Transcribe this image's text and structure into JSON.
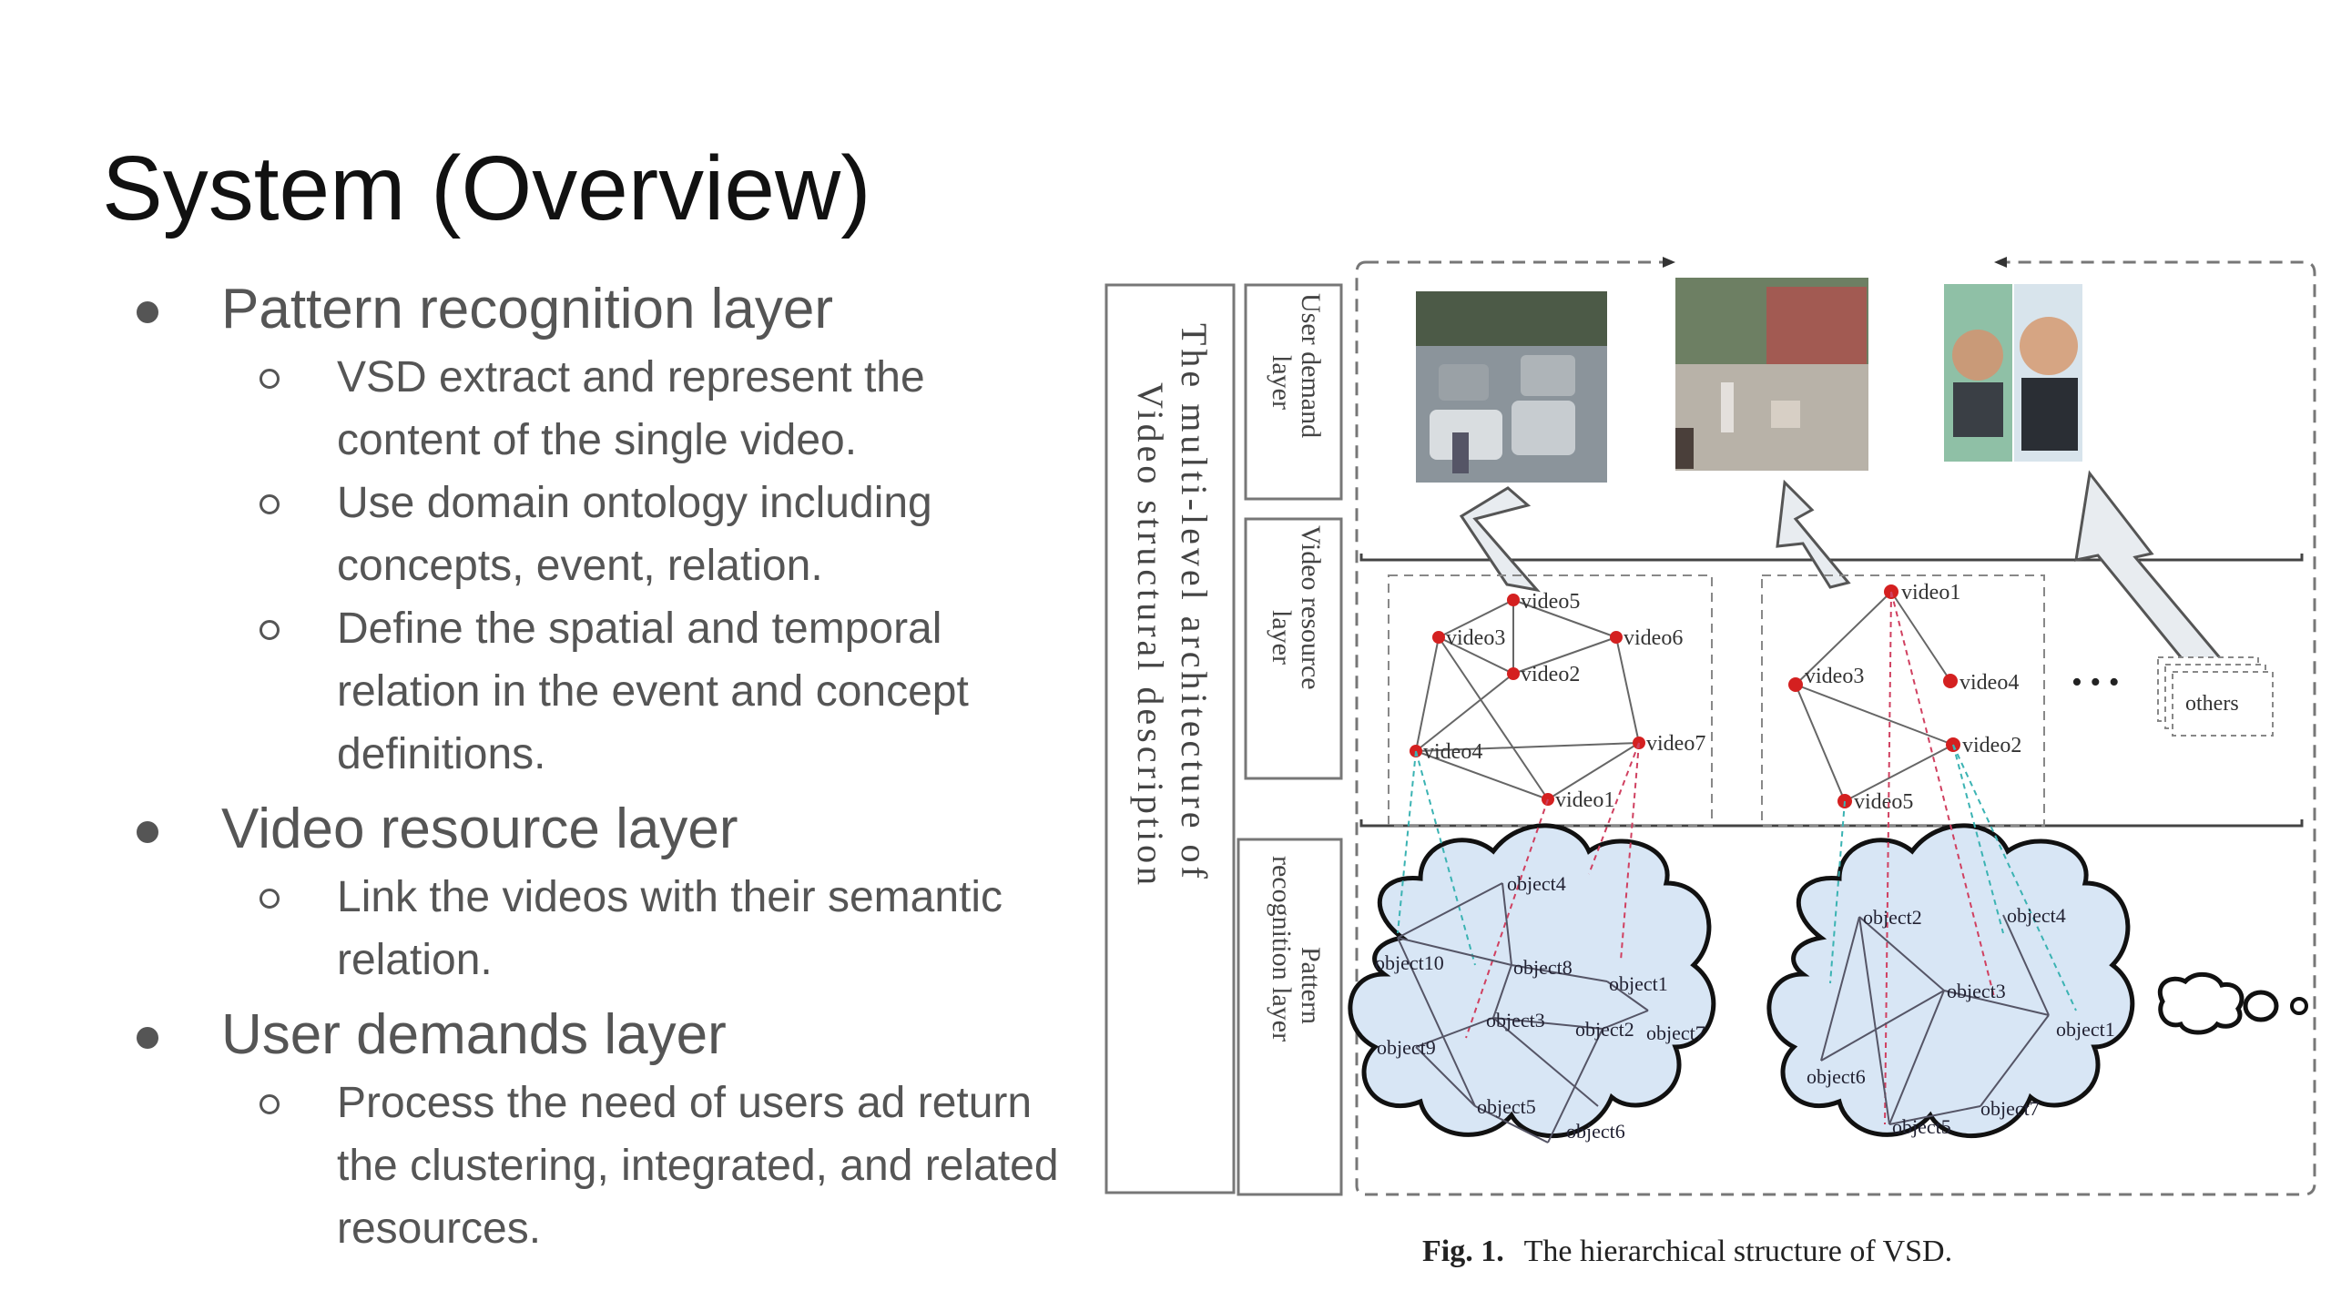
{
  "slide": {
    "title": "System (Overview)",
    "bullets": [
      {
        "text": "Pattern recognition layer",
        "sub": [
          "VSD extract and represent the content of the single video.",
          "Use domain ontology including concepts, event, relation.",
          "Define the spatial and temporal relation in the event and concept definitions."
        ]
      },
      {
        "text": "Video resource layer",
        "sub": [
          "Link the videos with their semantic relation."
        ]
      },
      {
        "text": "User demands layer",
        "sub": [
          "Process the need of users ad return the clustering, integrated, and related resources."
        ]
      }
    ]
  },
  "figure": {
    "vertical_title_line1": "The multi-level architecture of",
    "vertical_title_line2": "Video structural description",
    "layer_labels": {
      "user_line1": "User demand",
      "user_line2": "layer",
      "video_line1": "Video resource",
      "video_line2": "layer",
      "pattern_line1": "Pattern",
      "pattern_line2": "recognition layer"
    },
    "graph1": [
      "video5",
      "video3",
      "video6",
      "video2",
      "video4",
      "video7",
      "video1"
    ],
    "graph2": [
      "video1",
      "video3",
      "video4",
      "video2",
      "video5"
    ],
    "ellipsis": "• • •",
    "others": "others",
    "cloud1": [
      "object4",
      "object10",
      "object8",
      "object1",
      "object3",
      "object2",
      "object7",
      "object9",
      "object5",
      "object6"
    ],
    "cloud2": [
      "object2",
      "object4",
      "object3",
      "object1",
      "object6",
      "object5",
      "object7"
    ],
    "caption_bold": "Fig. 1.",
    "caption_text": "The hierarchical structure of VSD.",
    "colors": {
      "node": "#d42020",
      "cloud_fill": "#d8e6f5",
      "panel_border": "#7a7a7a"
    }
  }
}
